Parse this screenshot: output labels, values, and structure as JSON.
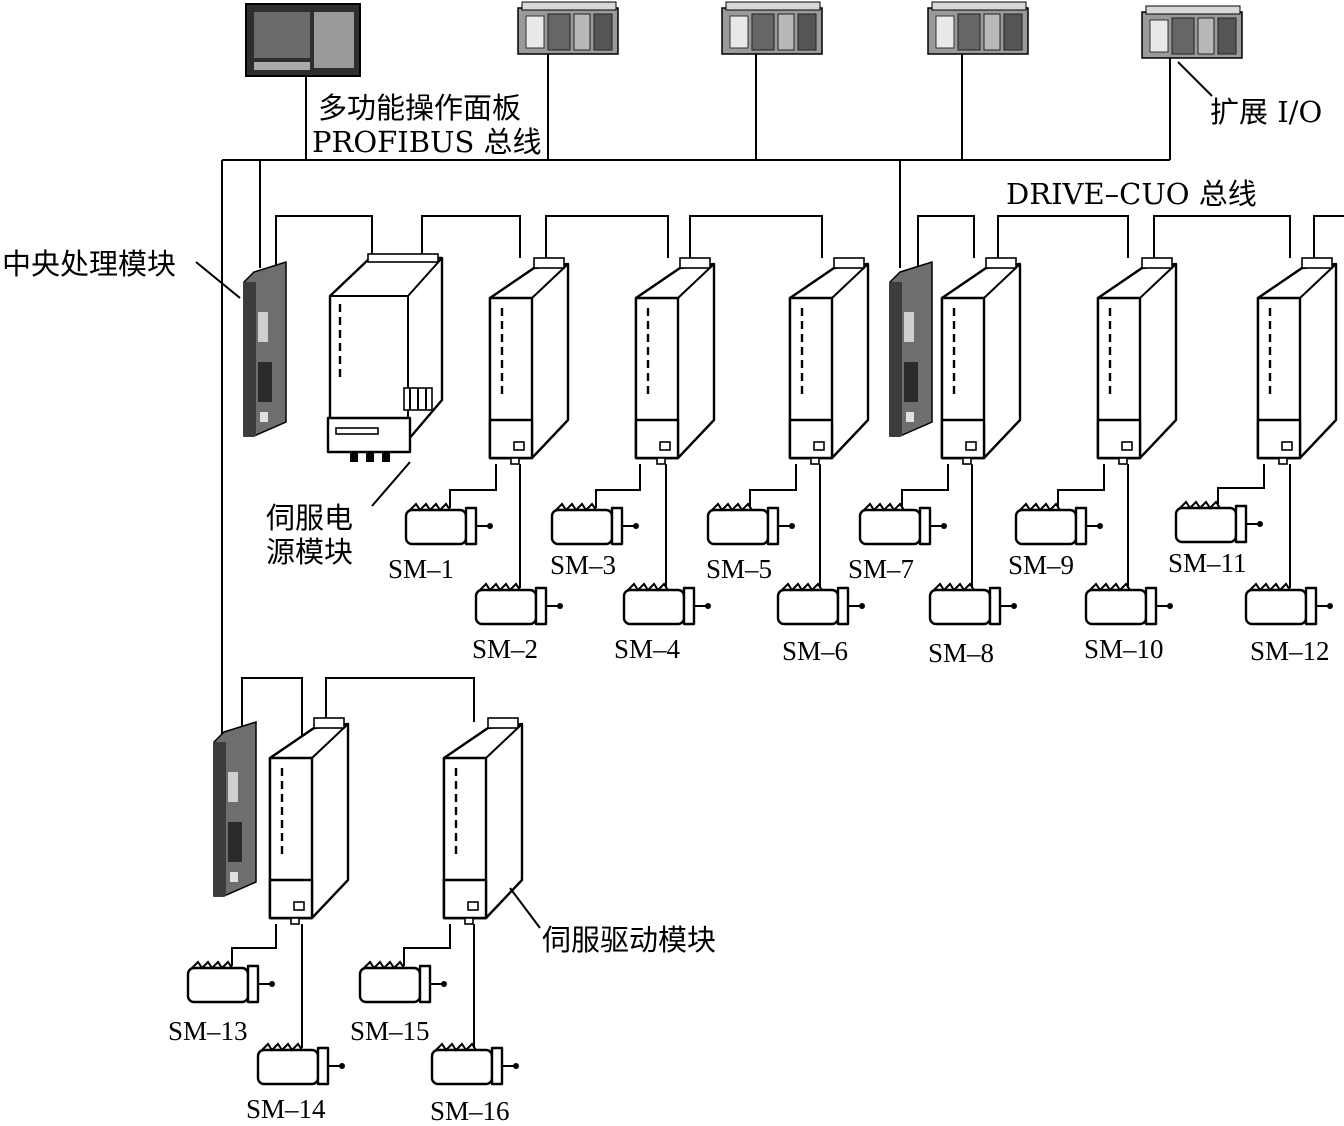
{
  "labels": {
    "operator_panel": "多功能操作面板",
    "profibus_bus": "PROFIBUS 总线",
    "expansion_io": "扩展 I/O",
    "drive_cuo_bus": "DRIVE–CUO 总线",
    "central_processing_module": "中央处理模块",
    "servo_power_module_line1": "伺服电",
    "servo_power_module_line2": "源模块",
    "servo_drive_module": "伺服驱动模块"
  },
  "motors": [
    "SM–1",
    "SM–2",
    "SM–3",
    "SM–4",
    "SM–5",
    "SM–6",
    "SM–7",
    "SM–8",
    "SM–9",
    "SM–10",
    "SM–11",
    "SM–12",
    "SM–13",
    "SM–14",
    "SM–15",
    "SM–16"
  ],
  "colors": {
    "line": "#000000",
    "cpu_dark": "#555555",
    "panel_screen": "#4a4a4a",
    "plc_face": "#8c8c8c"
  }
}
